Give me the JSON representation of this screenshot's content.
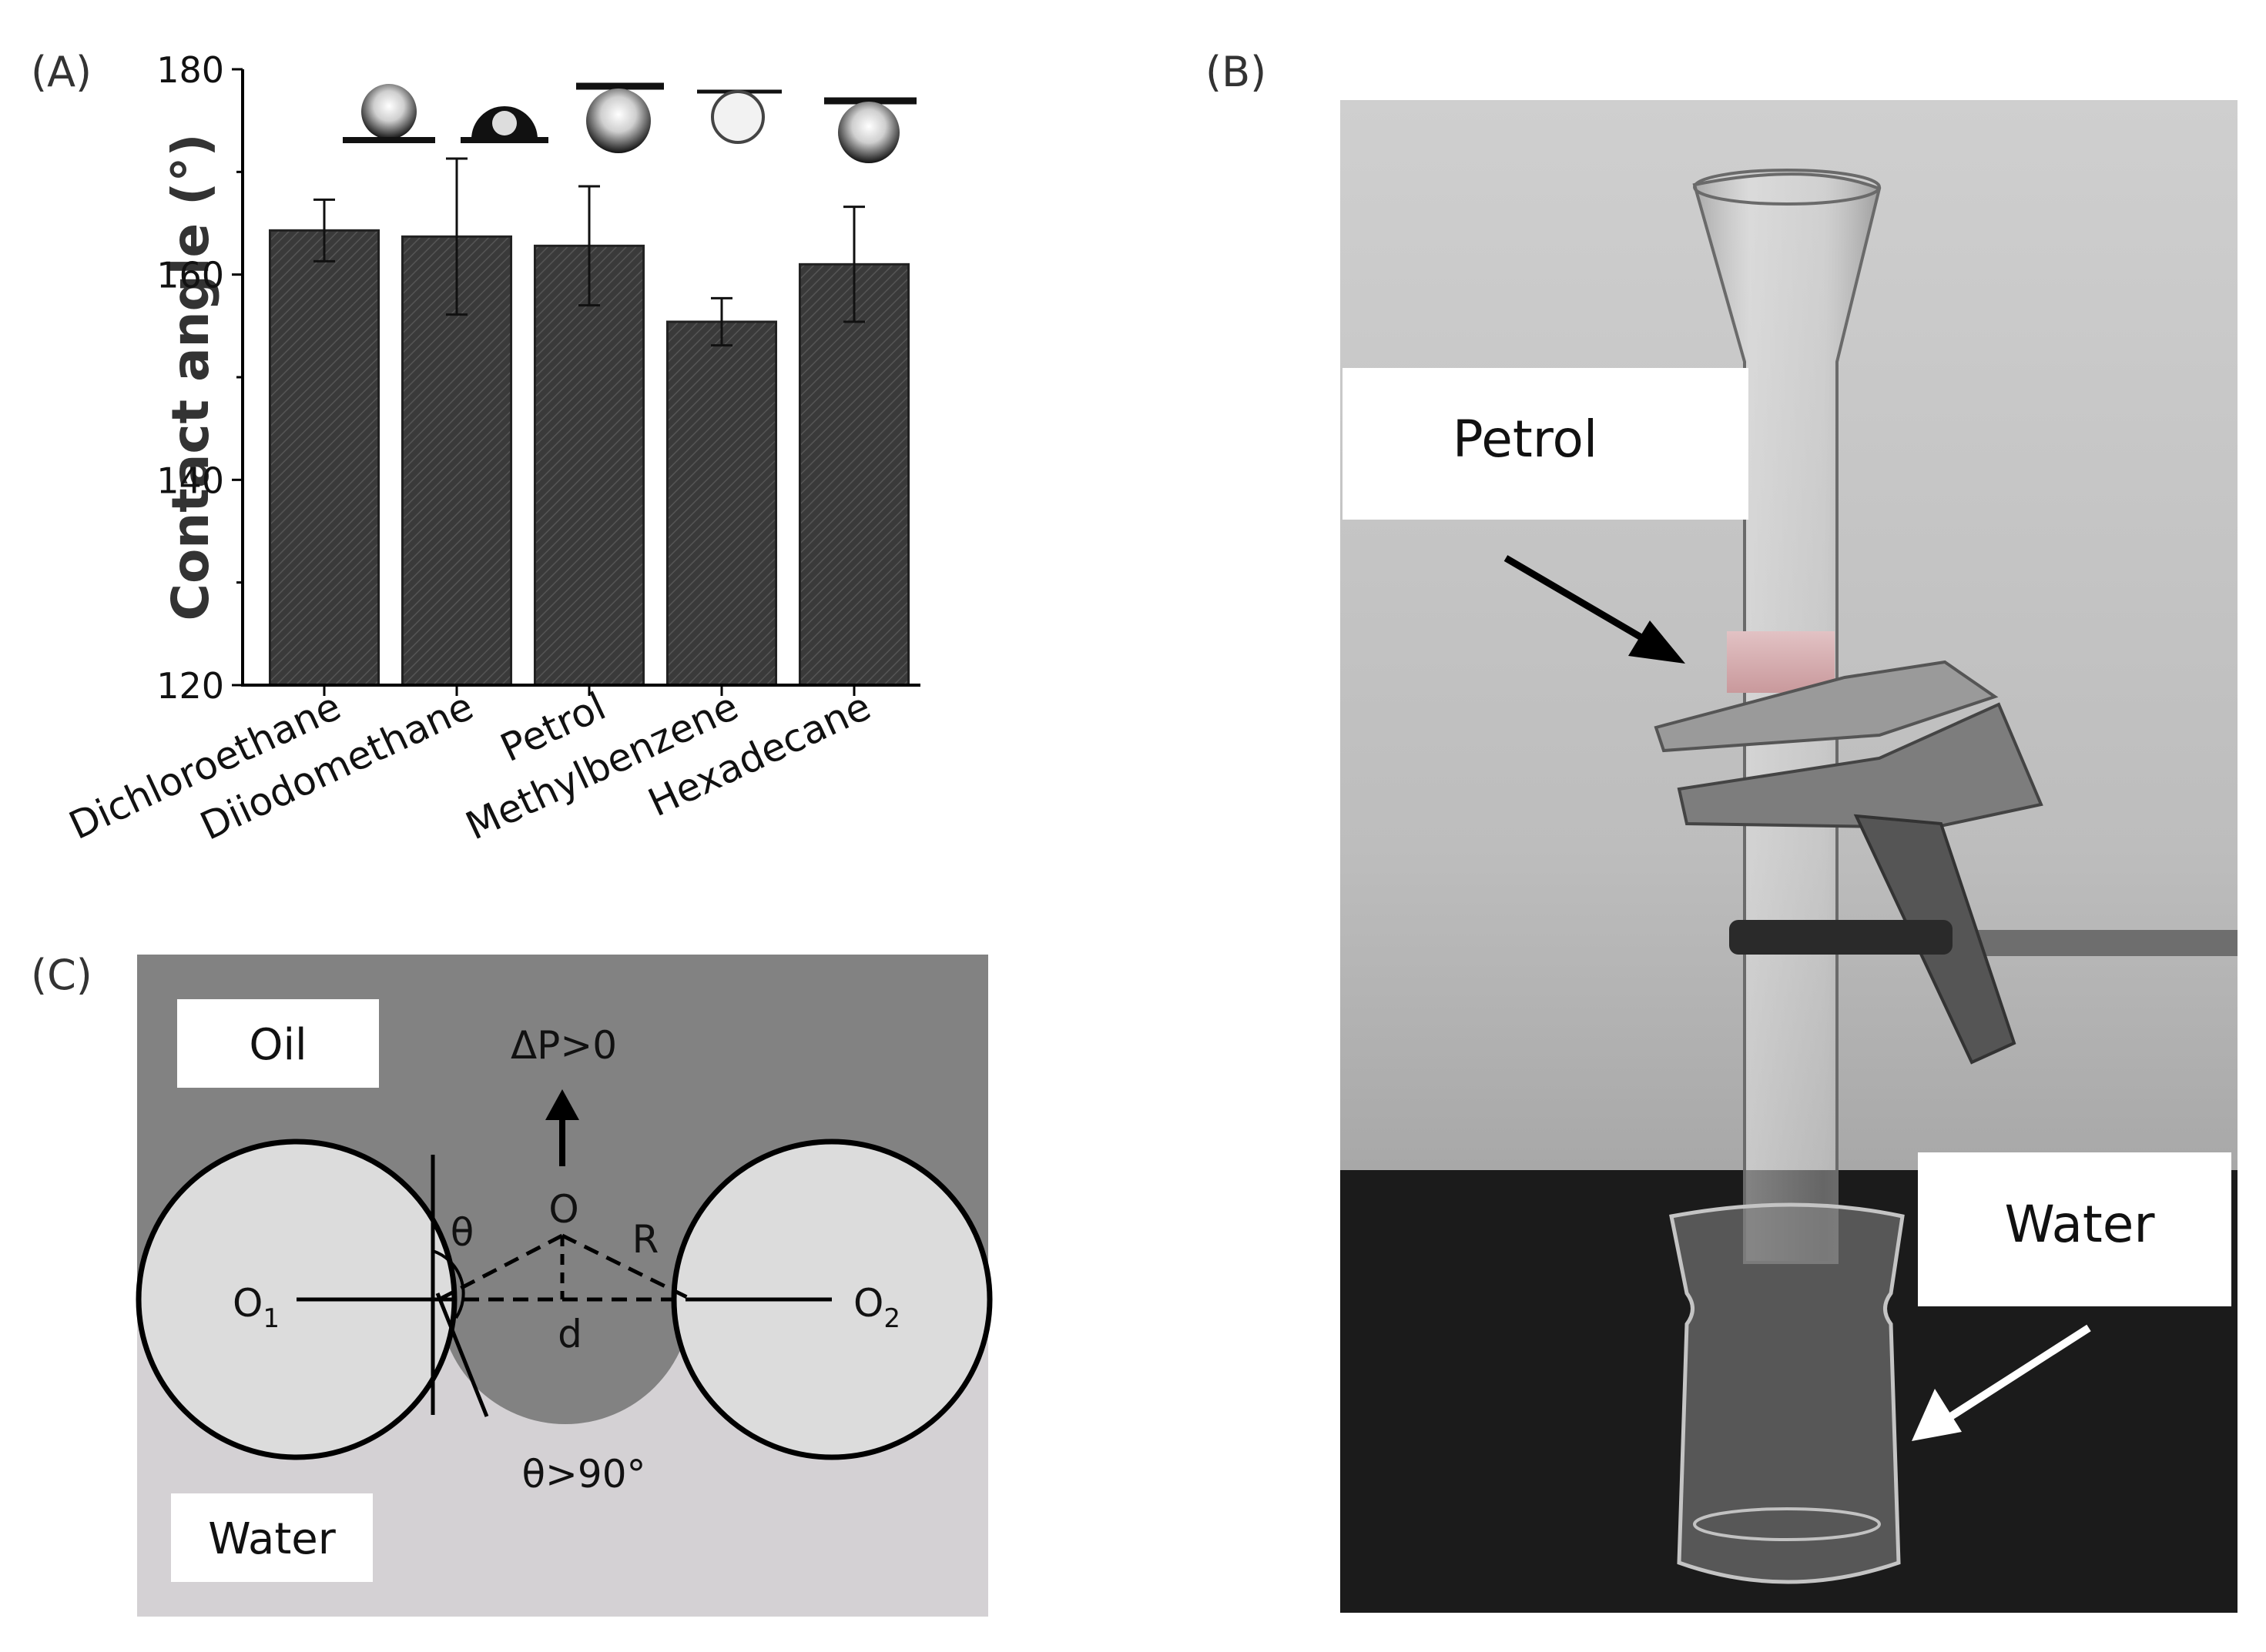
{
  "panels": {
    "a": {
      "label": "(A)"
    },
    "b": {
      "label": "(B)"
    },
    "c": {
      "label": "(C)"
    }
  },
  "colors": {
    "bar_fill": "#3a3a3a",
    "oil_bg": "#828282",
    "water_bg": "#d4d1d4",
    "fiber_fill": "#dcdcdc"
  },
  "chart_data": {
    "type": "bar",
    "title": "",
    "xlabel": "",
    "ylabel": "Contact angle (°)",
    "categories": [
      "Dichloroethane",
      "Diiodomethane",
      "Petrol",
      "Methylbenzene",
      "Hexadecane"
    ],
    "values": [
      164.3,
      163.7,
      162.8,
      155.4,
      161.0
    ],
    "errors": [
      3.0,
      7.6,
      5.8,
      2.3,
      5.6
    ],
    "ylim": [
      120,
      180
    ],
    "yticks": [
      120,
      140,
      160,
      180
    ],
    "grid": false,
    "legend": "none"
  },
  "diagram": {
    "oil_label": "Oil",
    "water_label": "Water",
    "pressure_label": "ΔP>0",
    "theta_label": "θ",
    "theta_condition": "θ>90°",
    "center_o": "O",
    "radius_r": "R",
    "distance_d": "d",
    "o1_main": "O",
    "o1_sub": "1",
    "o2_main": "O",
    "o2_sub": "2"
  },
  "photo": {
    "petrol_label": "Petrol",
    "water_label": "Water"
  }
}
